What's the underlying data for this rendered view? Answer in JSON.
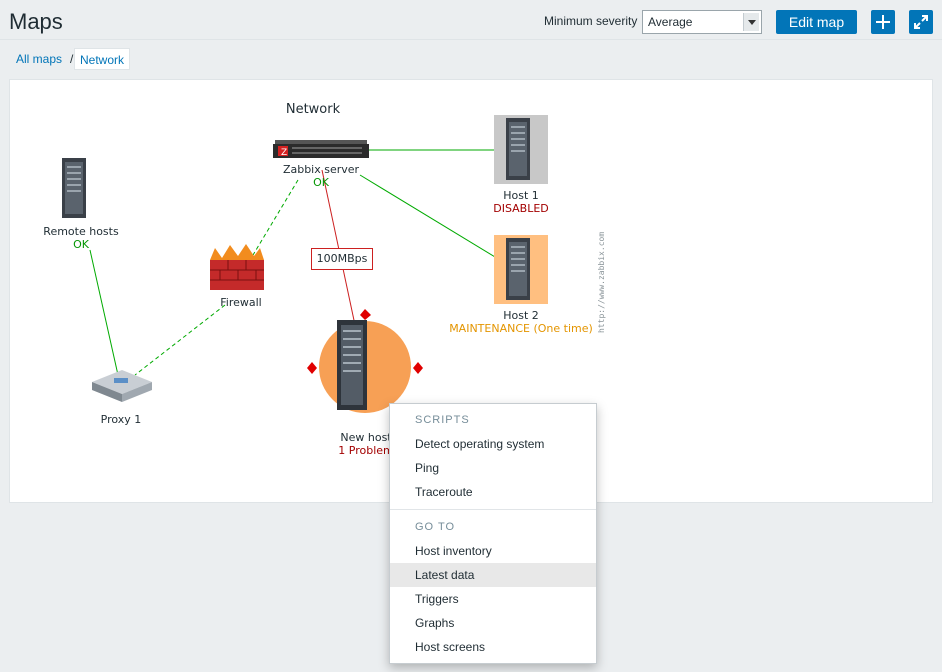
{
  "page": {
    "title": "Maps"
  },
  "toolbar": {
    "severity_label": "Minimum severity",
    "severity_value": "Average",
    "edit_label": "Edit map",
    "plus_icon": "plus-icon",
    "fullscreen_icon": "fullscreen-icon"
  },
  "breadcrumb": [
    {
      "label": "All maps"
    },
    {
      "label": "/"
    },
    {
      "label": "Network"
    }
  ],
  "map": {
    "title": "Network",
    "elements": {
      "zabbix_server": {
        "name": "Zabbix server",
        "status": "OK"
      },
      "remote_hosts": {
        "name": "Remote hosts",
        "status": "OK"
      },
      "host1": {
        "name": "Host 1",
        "status": "DISABLED"
      },
      "host2": {
        "name": "Host 2",
        "status": "MAINTENANCE (One time)"
      },
      "firewall": {
        "name": "Firewall"
      },
      "proxy1": {
        "name": "Proxy 1"
      },
      "new_host": {
        "name": "New host",
        "status": "1 Problem"
      }
    },
    "link_label": "100MBps",
    "watermark": "http://www.zabbix.com",
    "colors": {
      "ok": "#059605",
      "disabled": "#a30000",
      "maintenance": "#e49500",
      "problem_link": "#cc2020",
      "link_green": "#00aa00"
    }
  },
  "context_menu": {
    "scripts_header": "SCRIPTS",
    "scripts": [
      {
        "label": "Detect operating system"
      },
      {
        "label": "Ping"
      },
      {
        "label": "Traceroute"
      }
    ],
    "goto_header": "GO TO",
    "goto": [
      {
        "label": "Host inventory"
      },
      {
        "label": "Latest data",
        "active": true
      },
      {
        "label": "Triggers"
      },
      {
        "label": "Graphs"
      },
      {
        "label": "Host screens"
      }
    ]
  },
  "accent_color": "#0275b8"
}
